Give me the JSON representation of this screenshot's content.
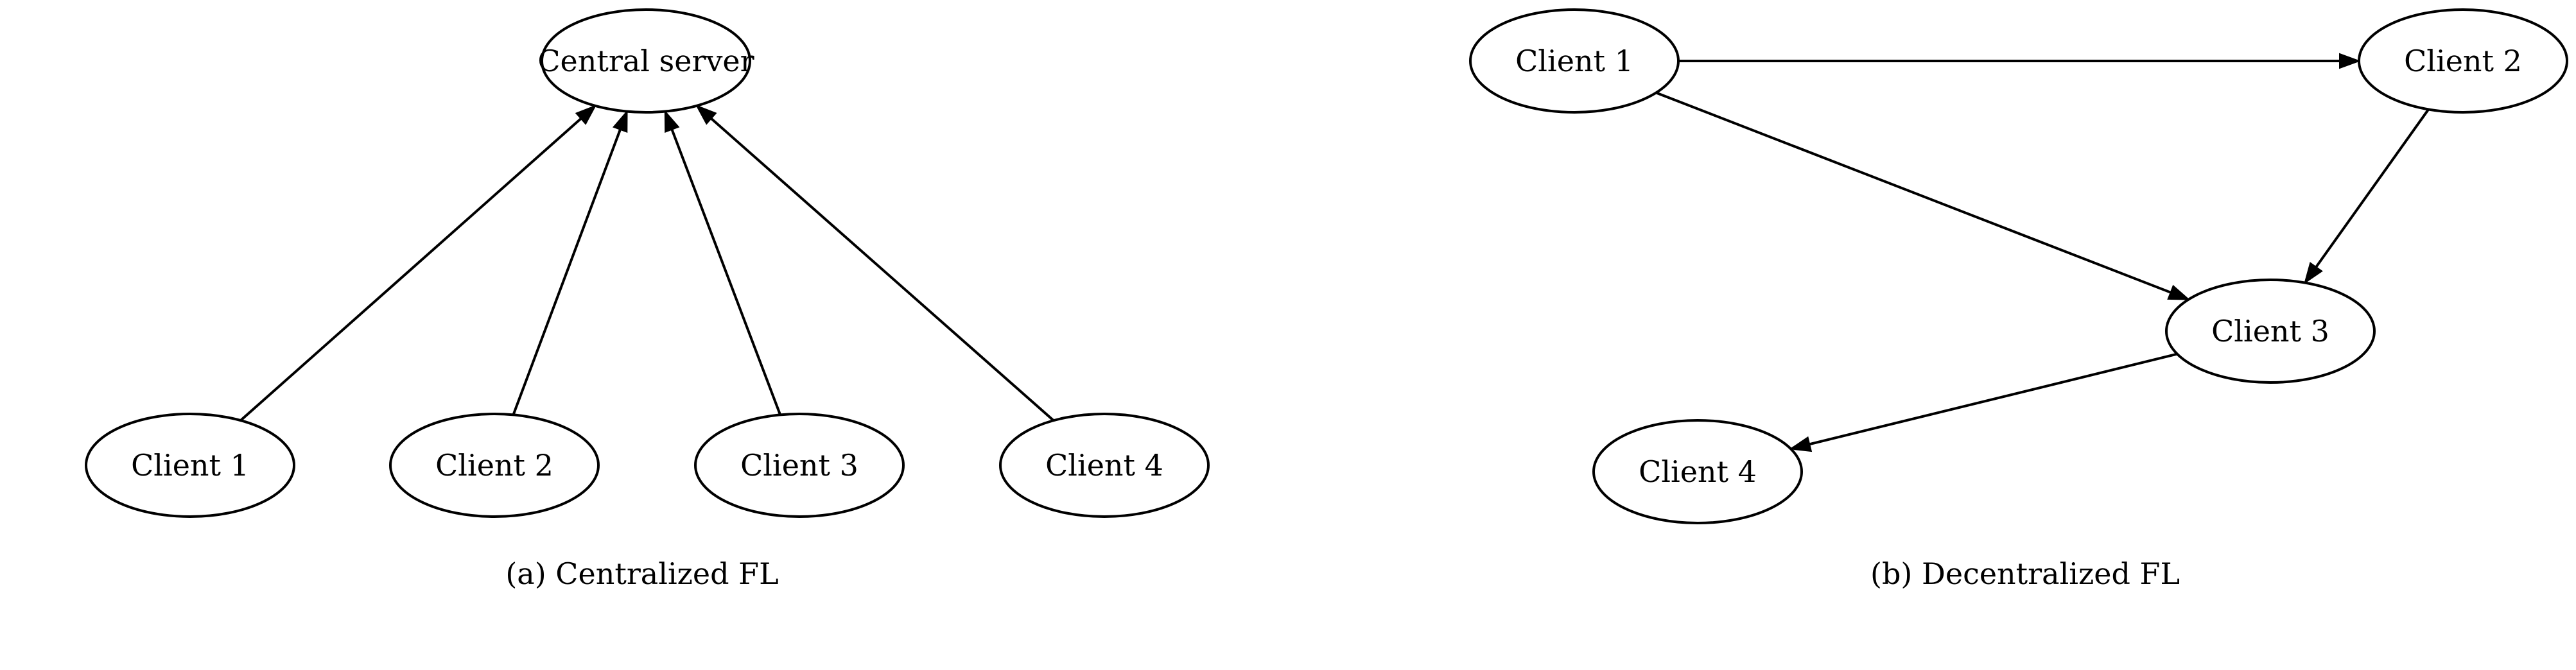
{
  "panels": [
    {
      "id": "a",
      "caption": "(a) Centralized FL",
      "nodes": [
        {
          "id": "server",
          "label": "Central server"
        },
        {
          "id": "c1",
          "label": "Client 1"
        },
        {
          "id": "c2",
          "label": "Client 2"
        },
        {
          "id": "c3",
          "label": "Client 3"
        },
        {
          "id": "c4",
          "label": "Client 4"
        }
      ],
      "edges": [
        {
          "from": "c1",
          "to": "server"
        },
        {
          "from": "c2",
          "to": "server"
        },
        {
          "from": "c3",
          "to": "server"
        },
        {
          "from": "c4",
          "to": "server"
        }
      ]
    },
    {
      "id": "b",
      "caption": "(b) Decentralized FL",
      "nodes": [
        {
          "id": "c1",
          "label": "Client 1"
        },
        {
          "id": "c2",
          "label": "Client 2"
        },
        {
          "id": "c3",
          "label": "Client 3"
        },
        {
          "id": "c4",
          "label": "Client 4"
        }
      ],
      "edges": [
        {
          "from": "c1",
          "to": "c2"
        },
        {
          "from": "c1",
          "to": "c3"
        },
        {
          "from": "c2",
          "to": "c3"
        },
        {
          "from": "c3",
          "to": "c4"
        }
      ]
    }
  ]
}
